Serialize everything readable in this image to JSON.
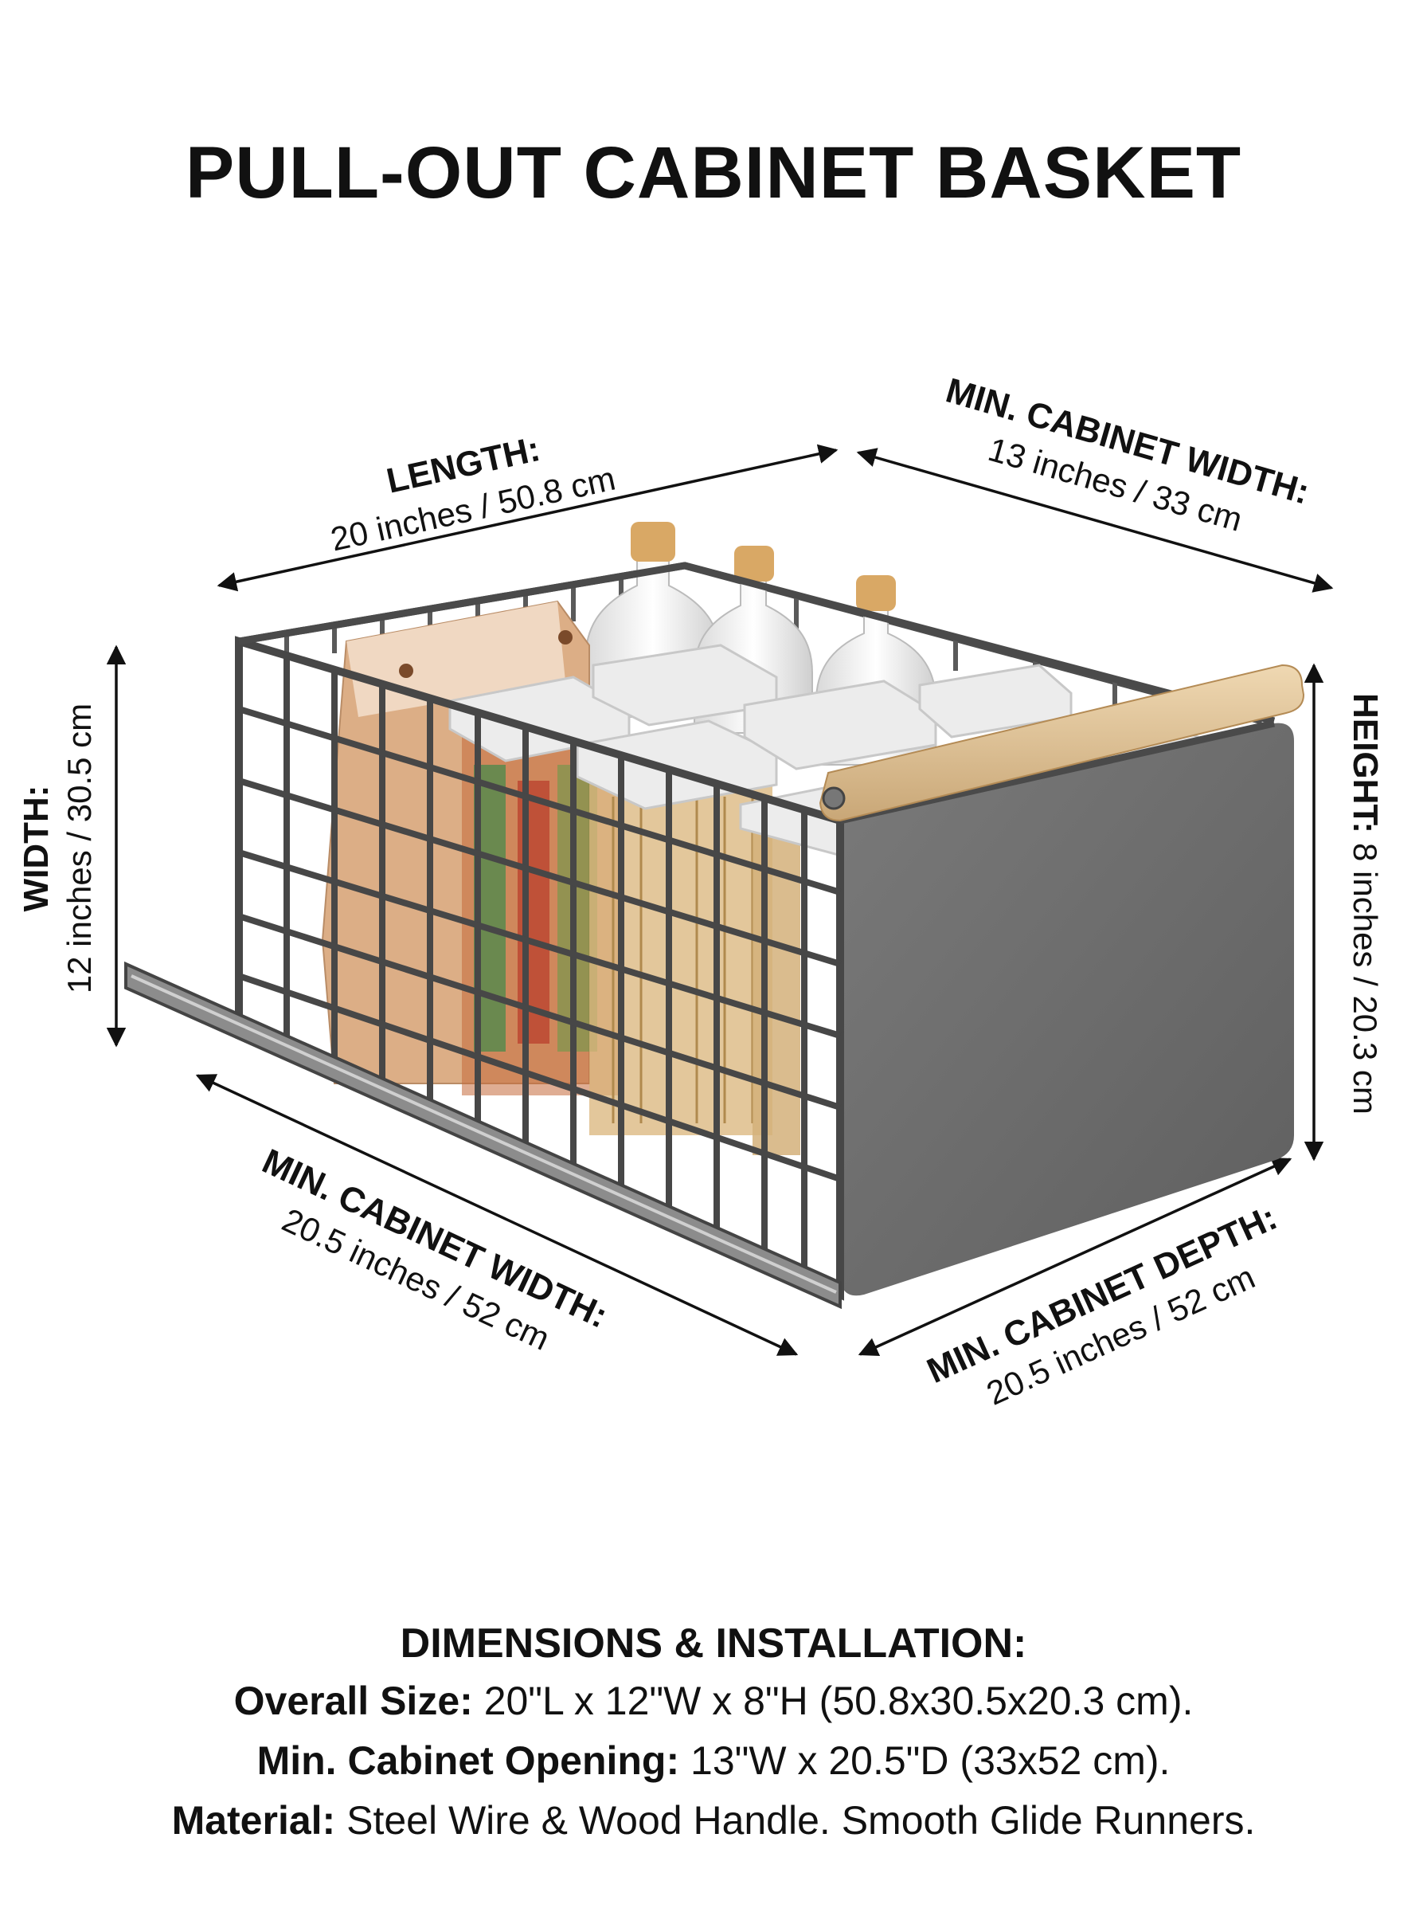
{
  "title": "PULL-OUT CABINET BASKET",
  "colors": {
    "frame": "#505050",
    "panel": "#737373",
    "wood": "#e3c79d",
    "lid": "#ececec",
    "bag": "#e2b996"
  },
  "dimensions": {
    "length": {
      "label": "LENGTH:",
      "value": "20 inches / 50.8 cm"
    },
    "min_cabinet_width_top": {
      "label": "MIN. CABINET WIDTH:",
      "value": "13 inches / 33 cm"
    },
    "width": {
      "label": "WIDTH:",
      "value": "12 inches / 30.5 cm"
    },
    "height": {
      "label": "HEIGHT:",
      "value": "8 inches / 20.3 cm"
    },
    "min_cabinet_width_bottom": {
      "label": "MIN. CABINET WIDTH:",
      "value": "20.5 inches / 52 cm"
    },
    "min_cabinet_depth": {
      "label": "MIN. CABINET DEPTH:",
      "value": "20.5 inches / 52 cm"
    }
  },
  "specs": {
    "heading": "DIMENSIONS & INSTALLATION:",
    "overall_label": "Overall Size:",
    "overall_value": "20\"L x 12\"W x 8\"H (50.8x30.5x20.3 cm).",
    "opening_label": "Min. Cabinet Opening:",
    "opening_value": "13\"W x 20.5\"D (33x52 cm).",
    "material_label": "Material:",
    "material_value": "Steel Wire & Wood Handle. Smooth Glide Runners."
  }
}
